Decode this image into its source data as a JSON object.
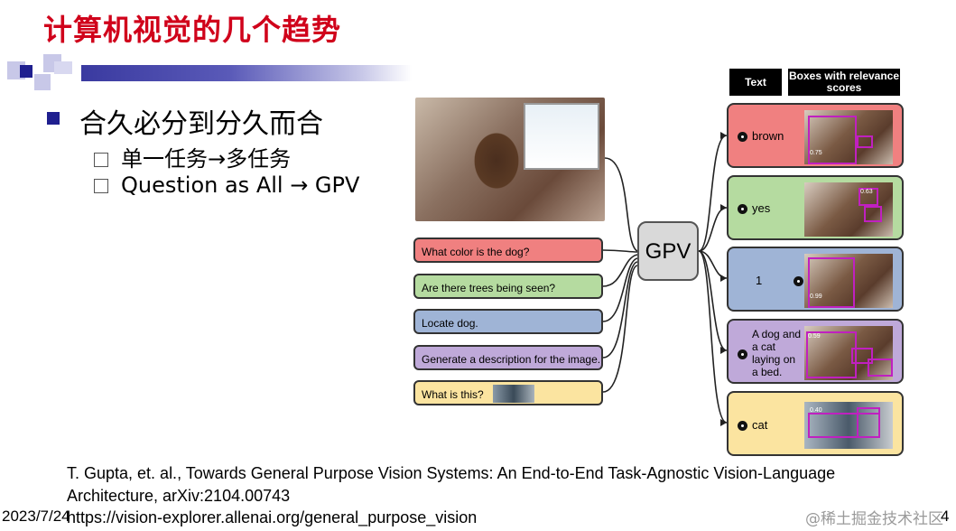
{
  "slide": {
    "title": "计算机视觉的几个趋势",
    "bullet": "合久必分到分久而合",
    "subs": [
      "单一任务→多任务",
      "Question as All → GPV"
    ],
    "ref1": "T. Gupta, et. al., Towards General Purpose Vision Systems: An End-to-End Task-Agnostic Vision-Language",
    "ref2": "Architecture, arXiv:2104.00743",
    "ref3": "https://vision-explorer.allenai.org/general_purpose_vision",
    "date": "2023/7/24",
    "page": "4",
    "watermark": "@稀土掘金技术社区"
  },
  "diagram": {
    "gpv_label": "GPV",
    "header_text": "Text",
    "header_boxes": "Boxes with relevance scores",
    "questions": [
      {
        "text": "What color is the dog?",
        "color": "#f08080"
      },
      {
        "text": "Are there trees being seen?",
        "color": "#b5dba0"
      },
      {
        "text": "Locate dog.",
        "color": "#9fb4d6"
      },
      {
        "text": "Generate a description for the image.",
        "color": "#bfa9d9"
      },
      {
        "text": "What is this?",
        "color": "#fbe4a0"
      }
    ],
    "answers": [
      {
        "text": "brown",
        "color": "#f08080",
        "score": "0.75"
      },
      {
        "text": "yes",
        "color": "#b5dba0",
        "score": "0.63"
      },
      {
        "text": "1",
        "color": "#9fb4d6",
        "score": "0.99"
      },
      {
        "text": "A dog and a cat laying on a bed.",
        "color": "#bfa9d9",
        "score": "0.59"
      },
      {
        "text": "cat",
        "color": "#fbe4a0",
        "score": "0.40"
      }
    ]
  }
}
